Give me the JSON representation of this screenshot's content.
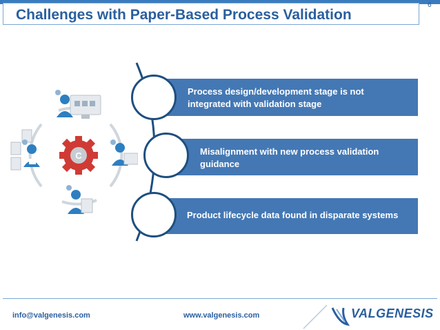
{
  "slide": {
    "title": "Challenges with Paper-Based Process Validation",
    "page_number": "6"
  },
  "challenges": [
    {
      "line1": "Process design/development stage is not",
      "line2": "integrated with validation stage"
    },
    {
      "line1": "Misalignment with new process validation",
      "line2": "guidance"
    },
    {
      "line1": "Product lifecycle data found in disparate systems",
      "line2": ""
    }
  ],
  "illustration": {
    "gear_letter": "C",
    "icons": [
      "monitor-user-icon",
      "document-user-icon",
      "laptop-user-icon",
      "report-user-icon",
      "gear-icon"
    ]
  },
  "footer": {
    "email": "info@valgenesis.com",
    "website": "www.valgenesis.com",
    "logo_text": "VALGENESIS"
  },
  "colors": {
    "accent": "#4478b4",
    "title": "#2a5f9e",
    "gear": "#d03a35"
  }
}
